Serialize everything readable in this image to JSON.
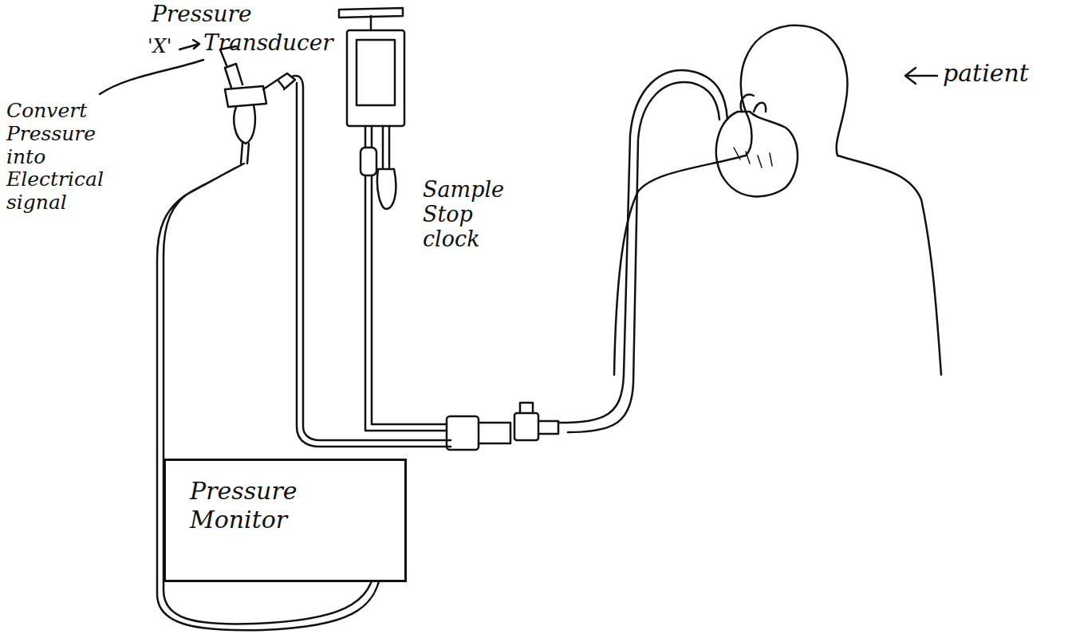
{
  "diagram": {
    "nodes": [
      {
        "text": [
          "Pressure Monitor"
        ]
      }
    ],
    "labels": [
      "Pressure",
      "'X'",
      "Transducer",
      "Convert Pressure into Electrical signal",
      "Sample Stop clock",
      "patient"
    ]
  }
}
